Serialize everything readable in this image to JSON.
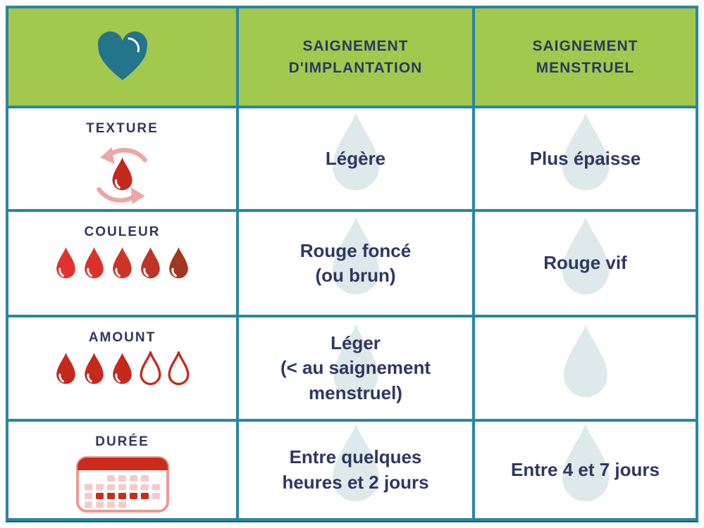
{
  "colors": {
    "header_green": "#A3C84E",
    "border_teal": "#2A86A1",
    "heart_teal": "#24748C",
    "text_navy": "#2E3760",
    "blood_red": "#C5281D",
    "calendar_red": "#CC2B1B",
    "calendar_pink": "#F4CBCA",
    "arrow_pink": "#EDA6A4",
    "watermark_blue": "#DEE9EC"
  },
  "table": {
    "header": {
      "icon": "heart-icon",
      "columns": [
        "SAIGNEMENT\nD'IMPLANTATION",
        "SAIGNEMENT\nMENSTRUEL"
      ]
    },
    "rows": [
      {
        "label": "TEXTURE",
        "icon": "drop-cycle-icon",
        "implantation": "Légère",
        "menstruel": "Plus épaisse"
      },
      {
        "label": "COULEUR",
        "icon": "color-gradient-drops-icon",
        "implantation": "Rouge foncé\n(ou brun)",
        "menstruel": "Rouge vif"
      },
      {
        "label": "AMOUNT",
        "icon": "amount-drops-icon",
        "implantation": "Léger\n(< au saignement\nmenstruel)",
        "menstruel": ""
      },
      {
        "label": "DURÉE",
        "icon": "calendar-icon",
        "implantation": "Entre quelques\nheures et 2 jours",
        "menstruel": "Entre 4 et 7 jours"
      }
    ]
  },
  "icons": {
    "cell_watermark": "water-drop-watermark-icon",
    "couleur_drops": {
      "colors": [
        "#E13230",
        "#DA322B",
        "#CD3428",
        "#BC3525",
        "#A13723"
      ]
    },
    "amount_drops": {
      "states": [
        "filled",
        "filled",
        "filled",
        "outline",
        "outline"
      ]
    },
    "calendar": {
      "grid": [
        "..pppp.",
        "ppppppp",
        "prrrrrp",
        "pppp..."
      ]
    }
  }
}
